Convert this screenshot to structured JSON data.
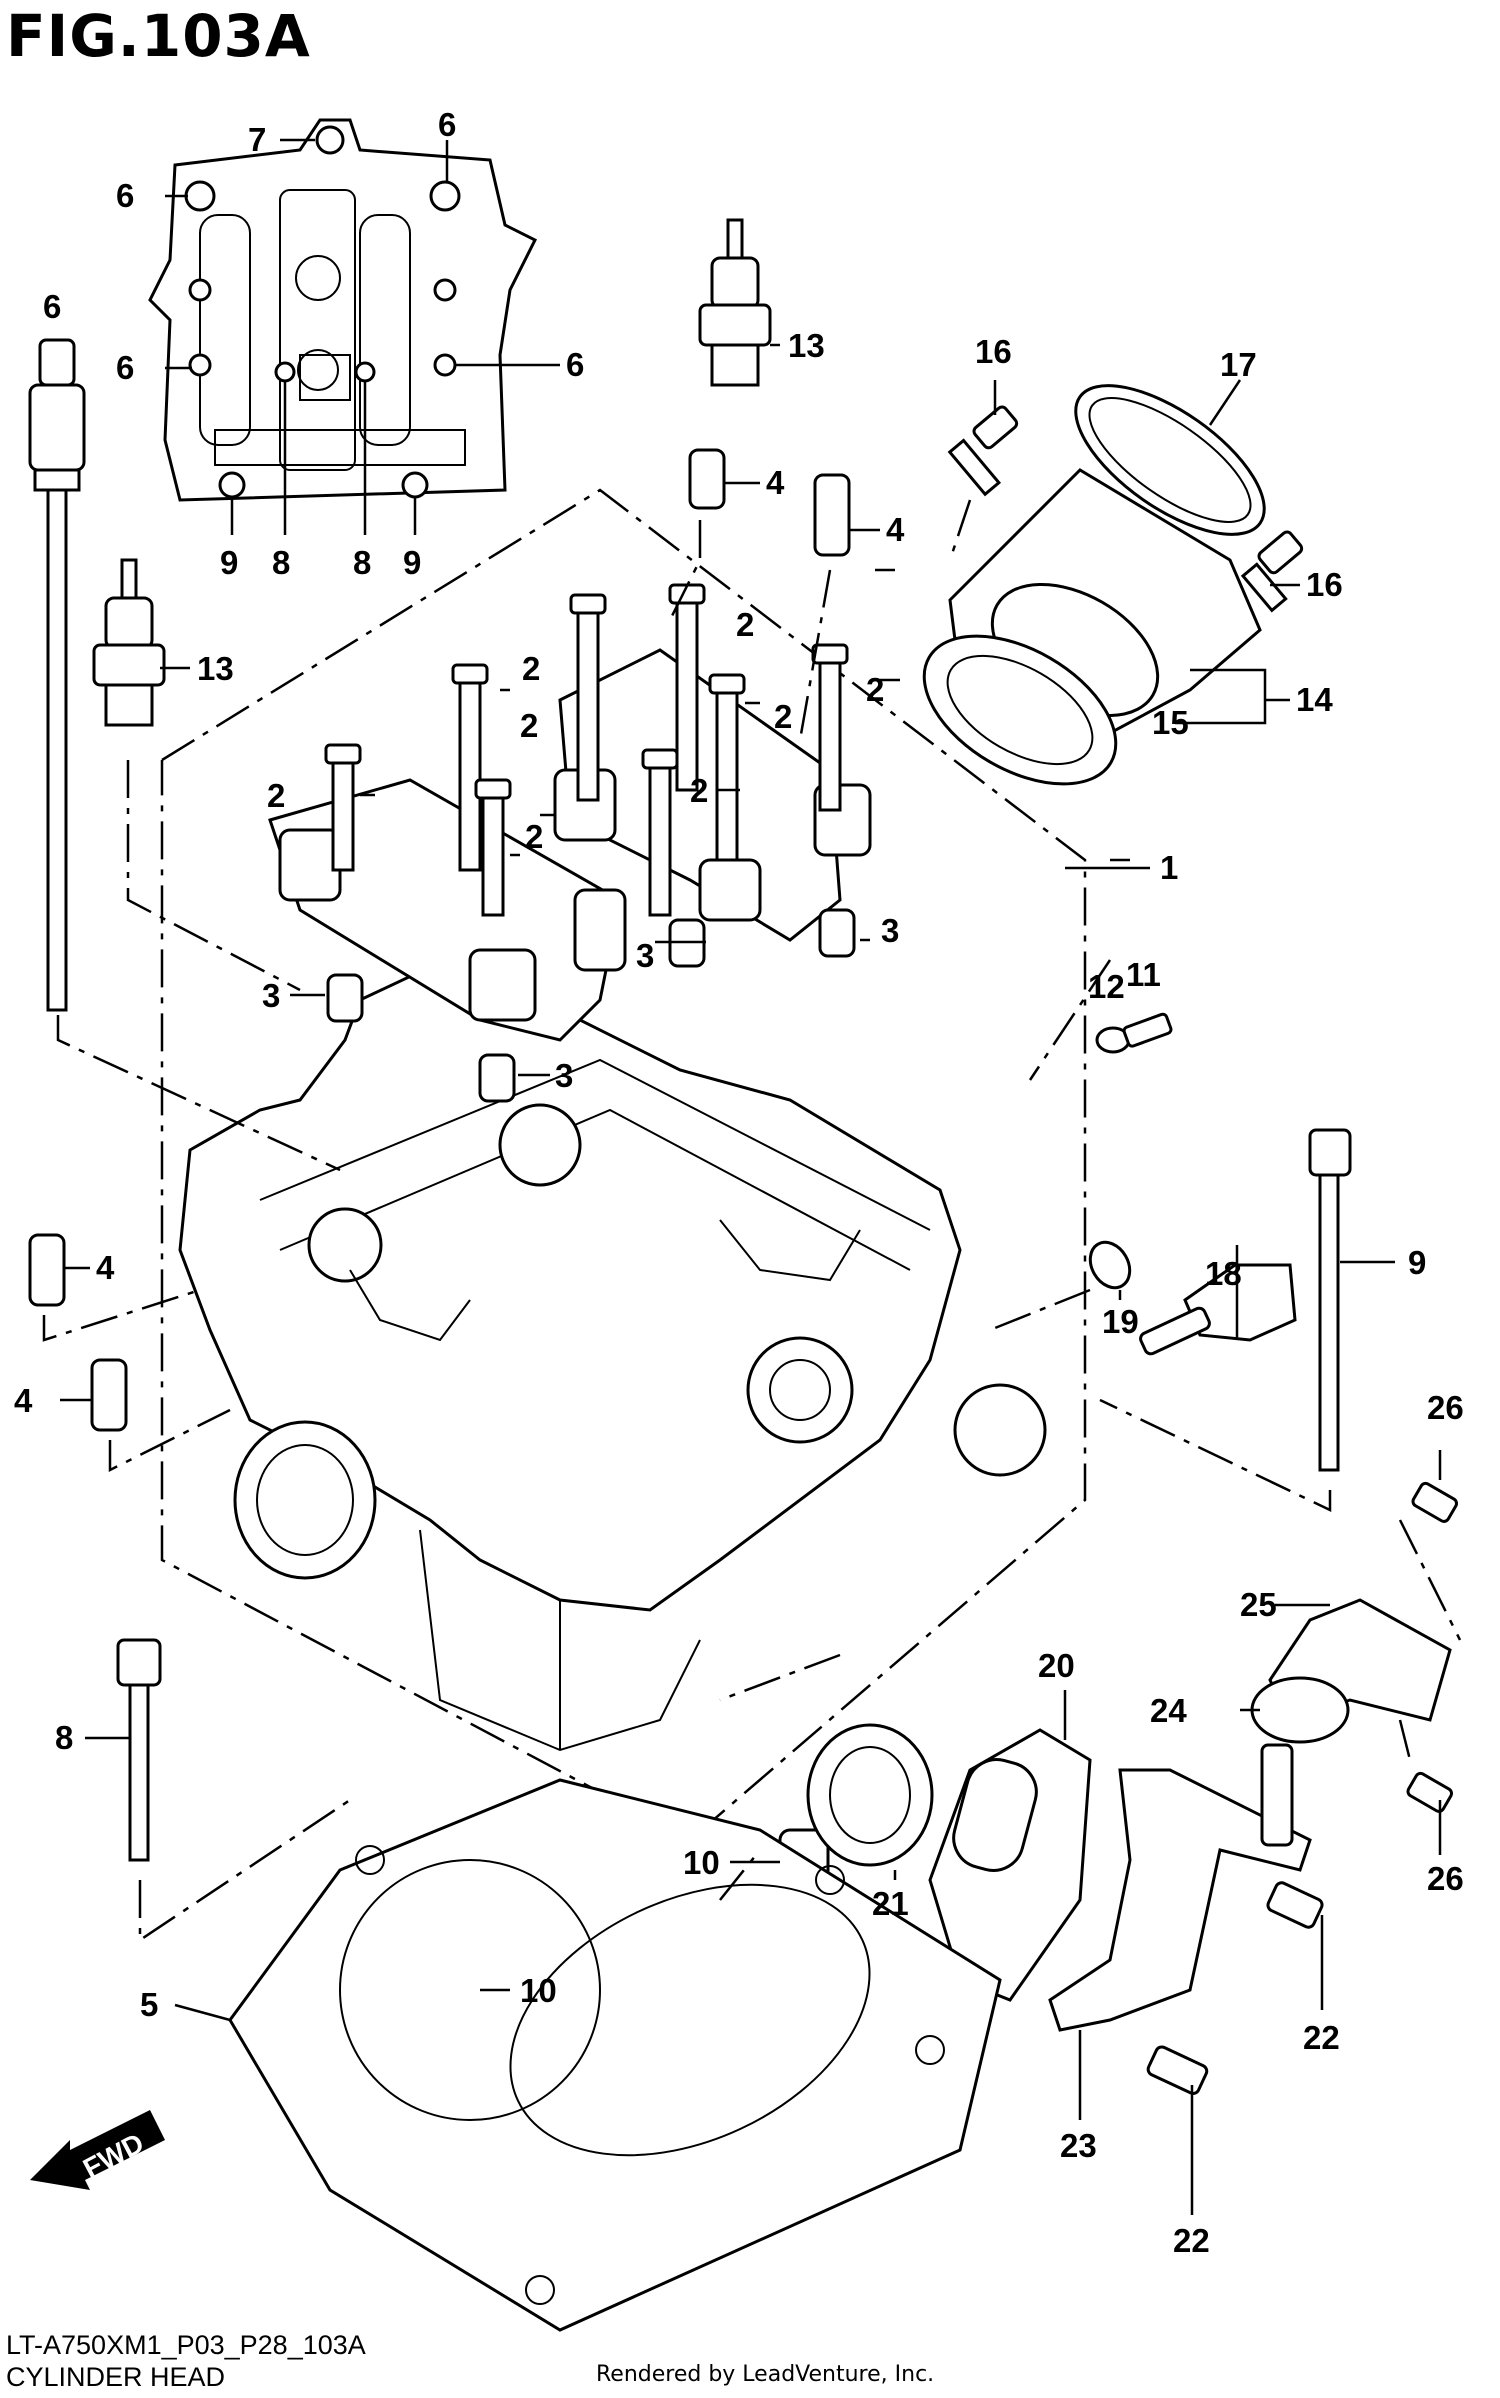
{
  "figure": {
    "title": "FIG.103A",
    "diagram_code": "LT-A750XM1_P03_P28_103A",
    "section_name": "CYLINDER HEAD",
    "credit": "Rendered by LeadVenture, Inc.",
    "direction_label": "FWD"
  },
  "callouts": [
    {
      "id": "c7",
      "text": "7"
    },
    {
      "id": "c6a",
      "text": "6"
    },
    {
      "id": "c6b",
      "text": "6"
    },
    {
      "id": "c6c",
      "text": "6"
    },
    {
      "id": "c6d",
      "text": "6"
    },
    {
      "id": "c6e",
      "text": "6"
    },
    {
      "id": "c9a",
      "text": "9"
    },
    {
      "id": "c8a",
      "text": "8"
    },
    {
      "id": "c8b",
      "text": "8"
    },
    {
      "id": "c9b",
      "text": "9"
    },
    {
      "id": "c13a",
      "text": "13"
    },
    {
      "id": "c13b",
      "text": "13"
    },
    {
      "id": "c4a",
      "text": "4"
    },
    {
      "id": "c4b",
      "text": "4"
    },
    {
      "id": "c4c",
      "text": "4"
    },
    {
      "id": "c4d",
      "text": "4"
    },
    {
      "id": "c16a",
      "text": "16"
    },
    {
      "id": "c17",
      "text": "17"
    },
    {
      "id": "c16b",
      "text": "16"
    },
    {
      "id": "c14",
      "text": "14"
    },
    {
      "id": "c15",
      "text": "15"
    },
    {
      "id": "c2a",
      "text": "2"
    },
    {
      "id": "c2b",
      "text": "2"
    },
    {
      "id": "c2c",
      "text": "2"
    },
    {
      "id": "c2d",
      "text": "2"
    },
    {
      "id": "c2e",
      "text": "2"
    },
    {
      "id": "c2f",
      "text": "2"
    },
    {
      "id": "c2g",
      "text": "2"
    },
    {
      "id": "c2h",
      "text": "2"
    },
    {
      "id": "c1",
      "text": "1"
    },
    {
      "id": "c3a",
      "text": "3"
    },
    {
      "id": "c3b",
      "text": "3"
    },
    {
      "id": "c3c",
      "text": "3"
    },
    {
      "id": "c3d",
      "text": "3"
    },
    {
      "id": "c12",
      "text": "12"
    },
    {
      "id": "c11",
      "text": "11"
    },
    {
      "id": "c18",
      "text": "18"
    },
    {
      "id": "c19",
      "text": "19"
    },
    {
      "id": "c9c",
      "text": "9"
    },
    {
      "id": "c26a",
      "text": "26"
    },
    {
      "id": "c25",
      "text": "25"
    },
    {
      "id": "c24",
      "text": "24"
    },
    {
      "id": "c26b",
      "text": "26"
    },
    {
      "id": "c20",
      "text": "20"
    },
    {
      "id": "c21",
      "text": "21"
    },
    {
      "id": "c10a",
      "text": "10"
    },
    {
      "id": "c10b",
      "text": "10"
    },
    {
      "id": "c8c",
      "text": "8"
    },
    {
      "id": "c5",
      "text": "5"
    },
    {
      "id": "c22a",
      "text": "22"
    },
    {
      "id": "c22b",
      "text": "22"
    },
    {
      "id": "c23",
      "text": "23"
    }
  ]
}
